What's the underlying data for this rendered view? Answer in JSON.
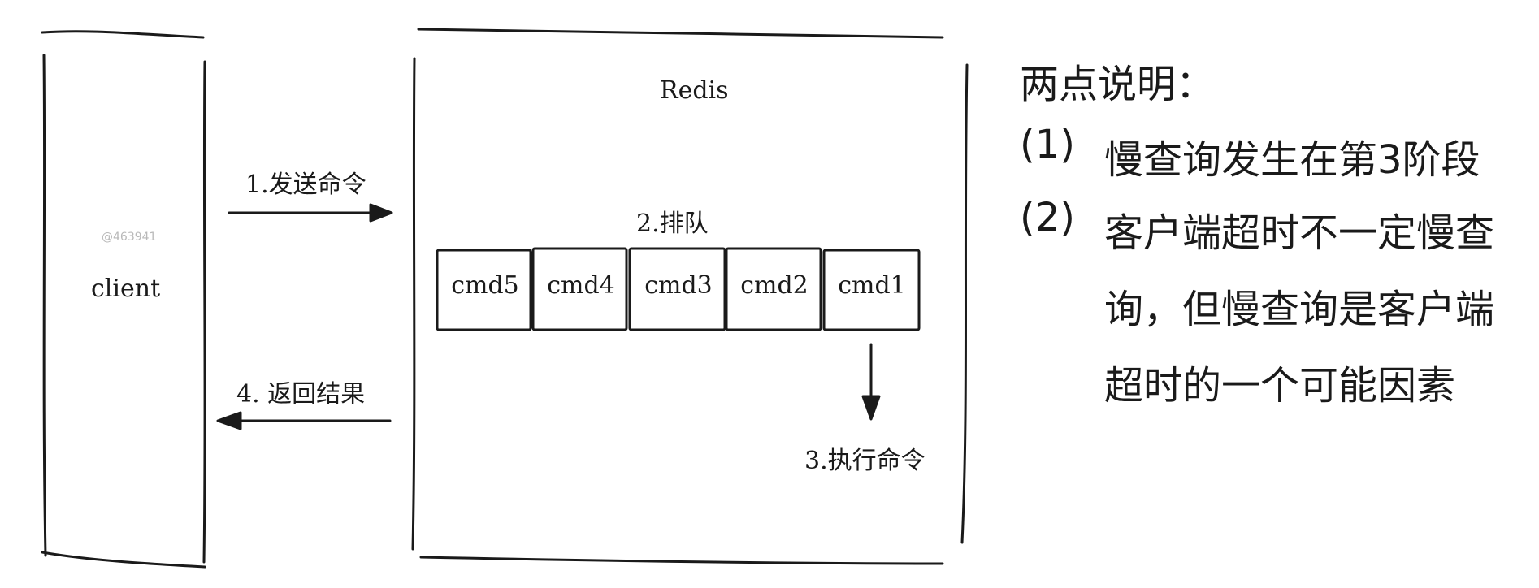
{
  "diagram": {
    "client_label": "client",
    "watermark": "@463941",
    "redis_label": "Redis",
    "step_send": "1.发送命令",
    "step_queue": "2.排队",
    "step_execute": "3.执行命令",
    "step_return": "4. 返回结果",
    "queue": [
      "cmd5",
      "cmd4",
      "cmd3",
      "cmd2",
      "cmd1"
    ]
  },
  "notes": {
    "title": "两点说明：",
    "items": [
      {
        "num": "(1)",
        "text": "慢查询发生在第3阶段"
      },
      {
        "num": "(2)",
        "text": "客户端超时不一定慢查询，但慢查询是客户端超时的一个可能因素"
      }
    ]
  }
}
